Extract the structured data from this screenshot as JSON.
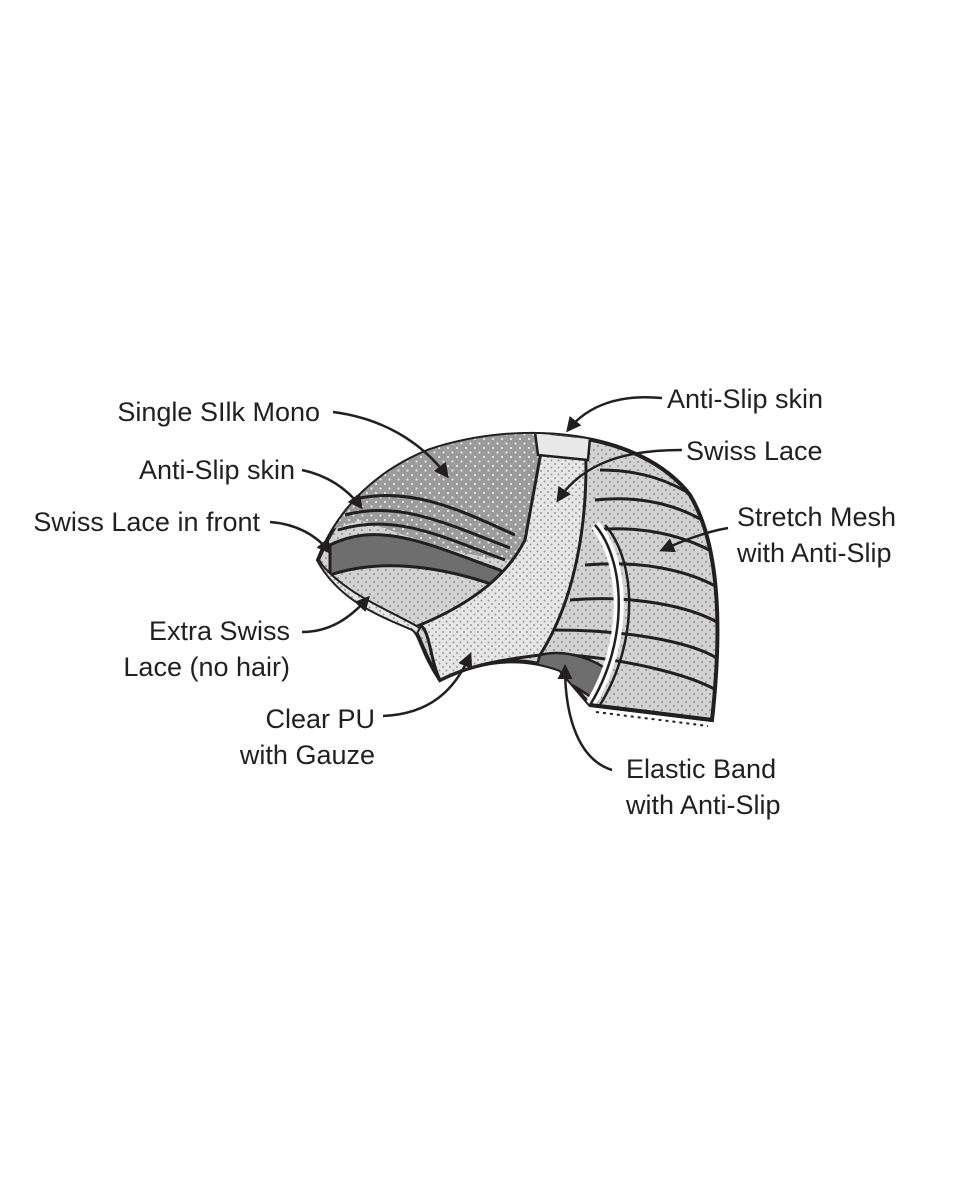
{
  "callouts": {
    "single_silk_mono": [
      "Single SIlk Mono"
    ],
    "anti_slip_skin_left": [
      "Anti-Slip skin"
    ],
    "swiss_lace_in_front": [
      "Swiss Lace in front"
    ],
    "extra_swiss_lace": [
      "Extra Swiss",
      "Lace (no hair)"
    ],
    "clear_pu": [
      "Clear PU",
      "with Gauze"
    ],
    "anti_slip_skin_top": [
      "Anti-Slip skin"
    ],
    "swiss_lace": [
      "Swiss Lace"
    ],
    "stretch_mesh": [
      "Stretch Mesh",
      "with Anti-Slip"
    ],
    "elastic_band": [
      "Elastic Band",
      "with Anti-Slip"
    ]
  },
  "colors": {
    "outline": "#231f20",
    "silk_mono": "#9b9b9b",
    "anti_slip": "#6e6e6e",
    "lace": "#e4e4e4",
    "mesh": "#cfcfcf"
  }
}
